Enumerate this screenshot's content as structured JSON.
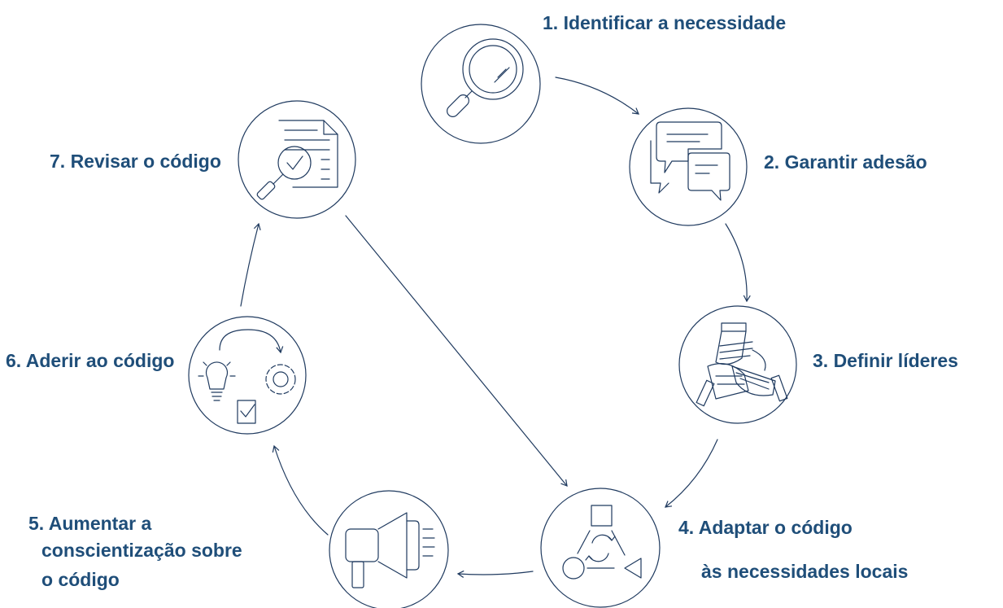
{
  "colors": {
    "line": "#1f3a5f",
    "label": "#1f4e79"
  },
  "steps": [
    {
      "label": "1. Identificar a necessidade",
      "icon": "magnifier-icon"
    },
    {
      "label": "2. Garantir adesão",
      "icon": "speech-bubbles-icon"
    },
    {
      "label": "3. Definir líderes",
      "icon": "stacked-hands-icon"
    },
    {
      "label_line1": "4. Adaptar o código",
      "label_line2": "às necessidades locais",
      "icon": "shapes-cycle-icon"
    },
    {
      "label_line1": "5. Aumentar a",
      "label_line2": "conscientização sobre",
      "label_line3": "o código",
      "icon": "megaphone-icon"
    },
    {
      "label": "6. Aderir ao código",
      "icon": "idea-gear-check-icon"
    },
    {
      "label": "7. Revisar o código",
      "icon": "document-review-icon"
    }
  ]
}
